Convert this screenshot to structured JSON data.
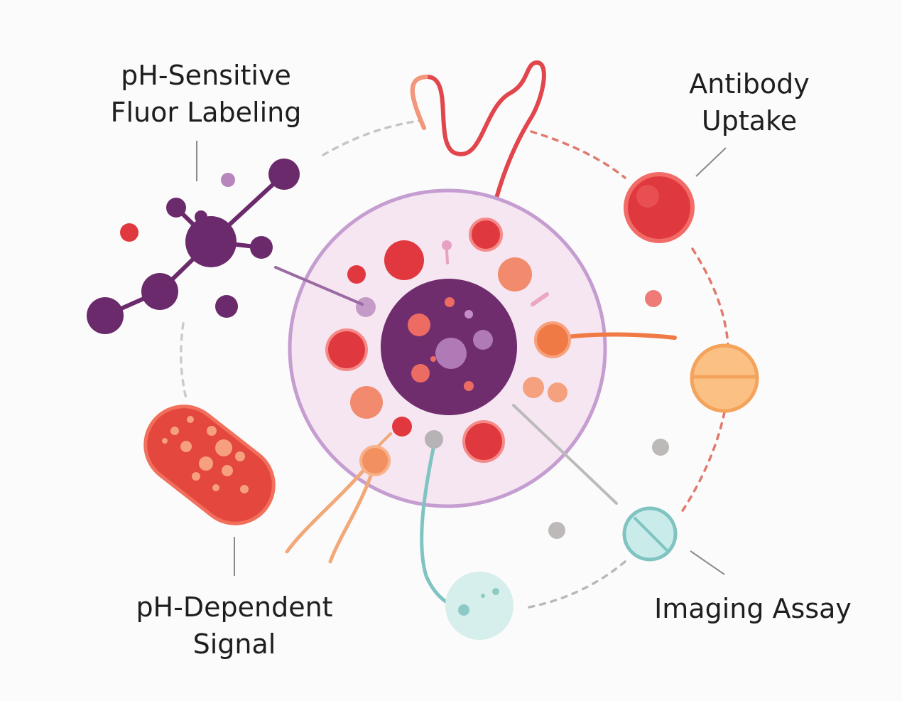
{
  "labels": {
    "fluor": {
      "line1": "pH-Sensitive",
      "line2": "Fluor Labeling"
    },
    "antibody": {
      "line1": "Antibody",
      "line2": "Uptake"
    },
    "signal": {
      "line1": "pH-Dependent",
      "line2": "Signal"
    },
    "imaging": {
      "line1": "Imaging Assay"
    }
  },
  "colors": {
    "cell_membrane": "#c39bd0",
    "cytoplasm": "#f4e4f1",
    "nucleus": "#6f2d6e",
    "red": "#e1454b",
    "orange": "#f28b61",
    "purple_molecule": "#6b2a6b",
    "teal": "#7fc4c1",
    "gray": "#b9b5b5"
  }
}
